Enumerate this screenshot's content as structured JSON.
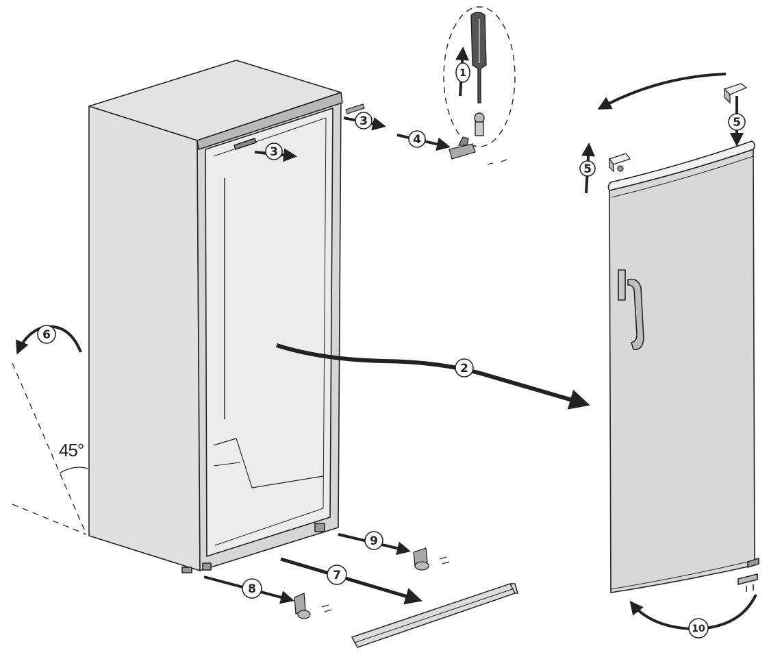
{
  "angle": {
    "label": "45°"
  },
  "steps": {
    "s1": "1",
    "s2": "2",
    "s3a": "3",
    "s3b": "3",
    "s4": "4",
    "s5a": "5",
    "s5b": "5",
    "s6": "6",
    "s7": "7",
    "s8": "8",
    "s9": "9",
    "s10": "10"
  },
  "colors": {
    "line": "#222222",
    "fill_light": "#e6e6e6",
    "fill_mid": "#cfcfcf",
    "fill_dark": "#9a9a9a"
  }
}
